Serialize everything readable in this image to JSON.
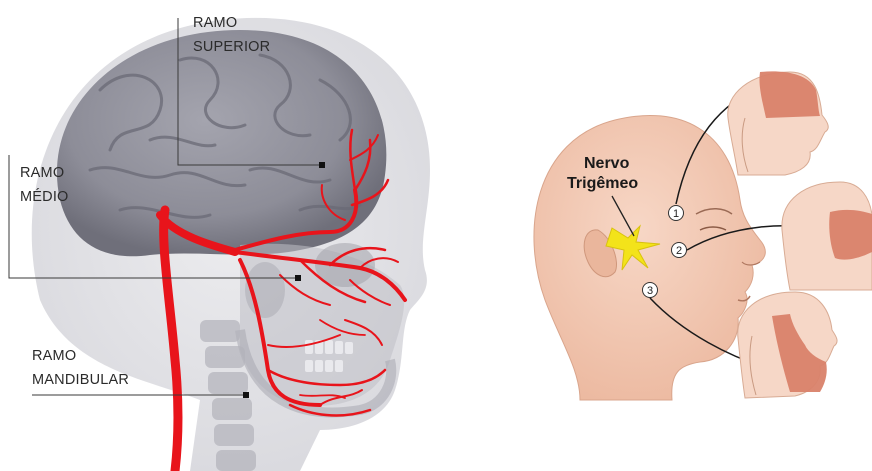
{
  "left_figure": {
    "labels": {
      "superior": [
        "RAMO",
        "SUPERIOR"
      ],
      "medio": [
        "RAMO",
        "MÉDIO"
      ],
      "mandibular": [
        "RAMO",
        "MANDIBULAR"
      ]
    }
  },
  "right_figure": {
    "nerve_label": [
      "Nervo",
      "Trigêmeo"
    ],
    "branch_numbers": [
      "1",
      "2",
      "3"
    ]
  },
  "colors": {
    "nerve_red": "#e8141b",
    "brain_gray": "#8a8a96",
    "skin": "#f2c9b3",
    "nerve_yellow": "#f3e31a",
    "region_highlight": "#d9826a"
  },
  "icons": [
    "head-anatomy-illustration",
    "face-head-illustration",
    "face-region-thumbnail"
  ]
}
